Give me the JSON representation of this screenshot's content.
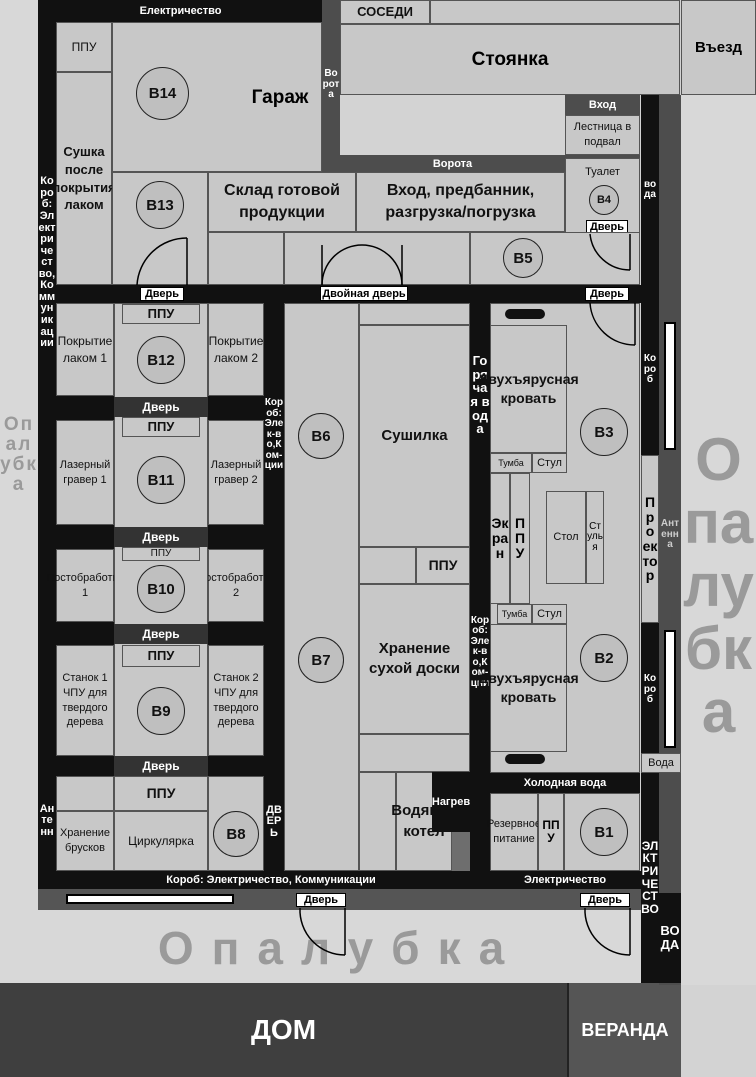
{
  "top": {
    "elec": "Електричество",
    "neighbors": "СОСЕДИ",
    "parking": "Стоянка",
    "entry": "Въезд",
    "gate_garage": "Ворота",
    "gate_main": "Ворота",
    "entrance": "Вход",
    "stairs": "Лестница в подвал",
    "toilet": "Туалет"
  },
  "left": {
    "duct": "Короб:Электричество,Коммуникации",
    "antenna": "Антенн"
  },
  "rooms": {
    "ppu_b14": "ППУ",
    "drying": "Сушка после покрытия лаком",
    "garage": "Гараж",
    "warehouse": "Склад готовой продукции",
    "vestibule": "Вход, предбанник, разгрузка/погрузка",
    "coating1": "Покрытие лаком 1",
    "coating2": "Покрытие лаком 2",
    "engraver1": "Лазерный гравер 1",
    "engraver2": "Лазерный гравер 2",
    "post1": "Постобработка 1",
    "post2": "Постобработка 2",
    "cnc1": "Станок 1 ЧПУ для твердого дерева",
    "cnc2": "Станок 2 ЧПУ для твердого дерева",
    "bars": "Хранение брусков",
    "saw": "Циркулярка",
    "ppu_b8": "ППУ",
    "dryer": "Сушилка",
    "dry_wood": "Хранение сухой доски",
    "ppu_b6": "ППУ",
    "boiler": "Водяной котел",
    "heater": "Нагрев",
    "bunk1": "Двухъярусная кровать",
    "bunk2": "Двухъярусная кровать",
    "nightstand1": "Тумба",
    "chair1": "Стул",
    "nightstand2": "Тумба",
    "chair2": "Стул",
    "table": "Стол",
    "chairs": "Стулья",
    "screen": "Экран",
    "ppu_b3": "ППУ",
    "reserve": "Резервное питание",
    "ppu_b1": "ППУ"
  },
  "ppu_col": {
    "p1": "ППУ",
    "p2": "ППУ",
    "p3": "ППУ",
    "p4": "ППУ",
    "p5": "ППУ"
  },
  "circles": {
    "b14": "B14",
    "b13": "B13",
    "b12": "B12",
    "b11": "B11",
    "b10": "B10",
    "b9": "B9",
    "b8": "B8",
    "b6": "B6",
    "b7": "B7",
    "b5": "B5",
    "b4": "B4",
    "b3": "B3",
    "b2": "B2",
    "b1": "B1"
  },
  "doors": {
    "d_b13": "Дверь",
    "d_double": "Двойная дверь",
    "d_b5": "Дверь",
    "d_b4": "Дверь",
    "d_b12": "Дверь",
    "d_b11": "Дверь",
    "d_b10": "Дверь",
    "d_b9": "Дверь",
    "d_b7": "Дверь",
    "d_b1": "Дверь",
    "d_b8v": "ДВЕРЬ"
  },
  "labels": {
    "duct_mid": "Короб:Элек-во,Ком-ции",
    "hotwater": "Горячая вода",
    "duct_mid2": "Короб:Элек-во,Ком-ции",
    "coldwater": "Холодная вода",
    "elec_bottom": "Электричество",
    "duct_bottom": "Короб: Электричество, Коммуникации",
    "water_right": "вода",
    "box1": "Короб",
    "box2": "Короб",
    "projector": "Проектор",
    "antenna_right": "Антенна",
    "water_small": "Вода",
    "elec_right": "ЭЛКТРИЧЕСТВО",
    "water_right2": "ВОДА"
  },
  "outer": {
    "form_left": "Опалубка",
    "form_right": "Опалубка",
    "form_bottom": "Опалубка",
    "house": "ДОМ",
    "veranda": "ВЕРАНДА"
  }
}
